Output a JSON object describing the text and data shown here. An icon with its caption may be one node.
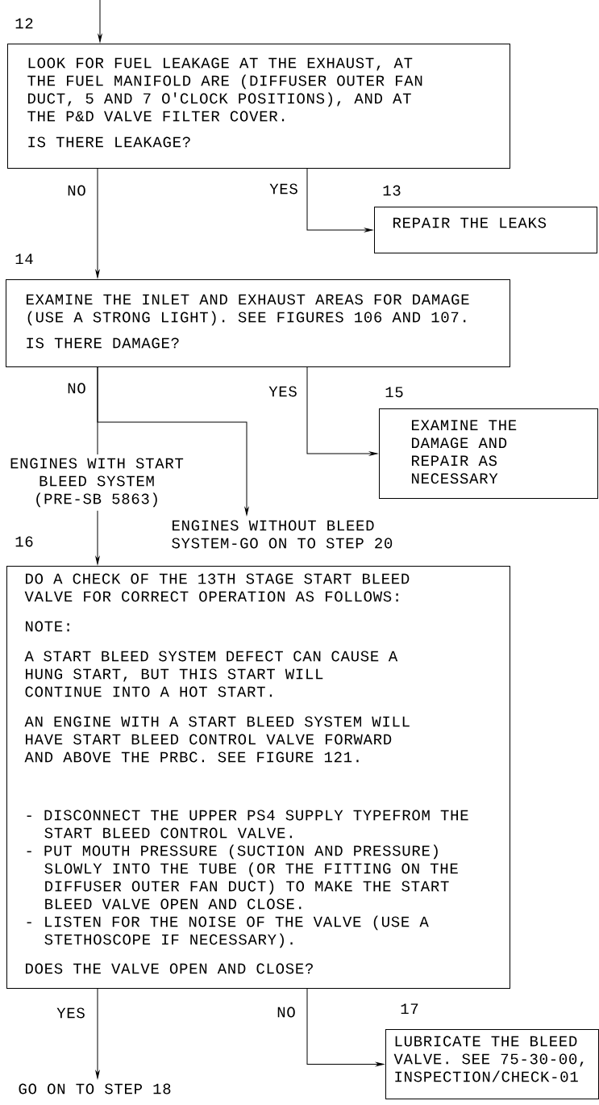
{
  "diagram": {
    "nodes": [
      {
        "text": [
          "LOOK FOR FUEL LEAKAGE AT THE EXHAUST, AT THE FUEL MANIFOLD ARE (DIFFUSER OUTER FAN DUCT, 5 AND 7 O'CLOCK POSITIONS), AND AT THE P&D VALVE FILTER COVER.",
          "IS THERE LEAKAGE?"
        ],
        "beside": [
          "12"
        ]
      },
      {
        "text": [
          "REPAIR THE LEAKS"
        ],
        "beside": [
          "13"
        ]
      },
      {
        "text": [
          "EXAMINE THE INLET AND EXHAUST AREAS FOR DAMAGE (USE A STRONG LIGHT). SEE FIGURES 106 AND 107.",
          "IS THERE DAMAGE?"
        ],
        "beside": [
          "14"
        ]
      },
      {
        "text": [
          "EXAMINE THE DAMAGE AND REPAIR AS NECESSARY"
        ],
        "beside": [
          "15"
        ]
      },
      {
        "text": [
          "ENGINES WITH START BLEED SYSTEM (PRE-SB 5863)"
        ]
      },
      {
        "text": [
          "ENGINES WITHOUT BLEED SYSTEM-GO ON TO STEP 20"
        ]
      },
      {
        "text": [
          "DO A CHECK OF THE 13TH STAGE START BLEED VALVE FOR CORRECT OPERATION AS FOLLOWS:",
          "NOTE:",
          "A START BLEED SYSTEM DEFECT CAN CAUSE A HUNG START, BUT THIS START WILL CONTINUE INTO A HOT START.",
          "AN ENGINE WITH A START BLEED SYSTEM WILL HAVE START BLEED CONTROL VALVE FORWARD AND ABOVE THE PRBC. SEE FIGURE 121.",
          "- DISCONNECT THE UPPER PS4 SUPPLY TYPEFROM THE START BLEED CONTROL VALVE.",
          "- PUT MOUTH PRESSURE (SUCTION AND PRESSURE) SLOWLY INTO THE TUBE (OR THE FITTING ON THE DIFFUSER OUTER FAN DUCT) TO MAKE THE START BLEED VALVE OPEN AND CLOSE.",
          "- LISTEN FOR THE NOISE OF THE VALVE (USE A STETHOSCOPE IF NECESSARY).",
          "DOES THE VALVE OPEN AND CLOSE?"
        ],
        "beside": [
          "16"
        ]
      },
      {
        "text": [
          "LUBRICATE THE BLEED VALVE. SEE 75-30-00, INSPECTION/CHECK-01"
        ],
        "beside": [
          "17"
        ]
      },
      {
        "text": [
          "GO ON TO STEP 18"
        ]
      }
    ],
    "edges": [
      {
        "from": null,
        "to": 0,
        "arrow": "to"
      },
      {
        "from": 0,
        "to": 1,
        "arrow": "to",
        "label": "YES"
      },
      {
        "from": 0,
        "to": 2,
        "arrow": "to",
        "label": "NO"
      },
      {
        "from": 2,
        "to": 3,
        "arrow": "to",
        "label": "YES"
      },
      {
        "from": 2,
        "to": 4,
        "arrow": "none",
        "label": "NO"
      },
      {
        "from": 2,
        "to": 5,
        "arrow": "to"
      },
      {
        "from": 4,
        "to": 6,
        "arrow": "to"
      },
      {
        "from": 6,
        "to": 8,
        "arrow": "to",
        "label": "YES"
      },
      {
        "from": 6,
        "to": 7,
        "arrow": "to",
        "label": "NO"
      }
    ]
  }
}
